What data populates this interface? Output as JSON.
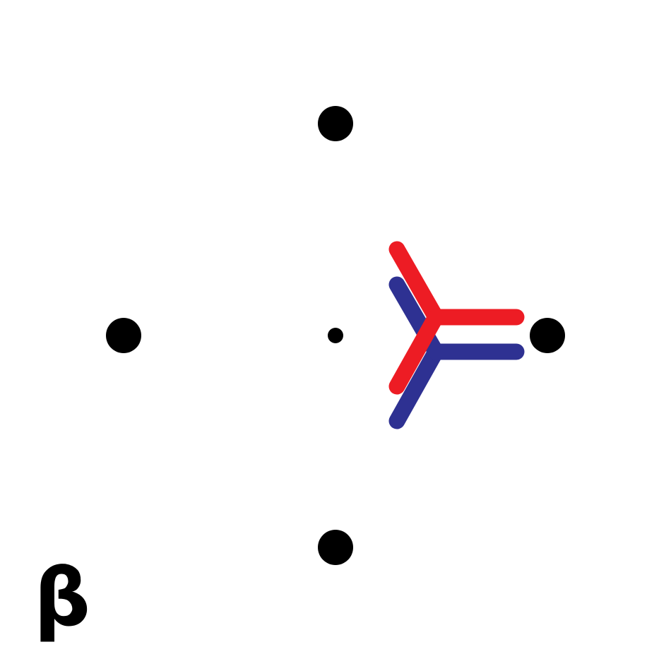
{
  "diagram": {
    "label": "β",
    "colors": {
      "background": "#ffffff",
      "dots": "#000000",
      "red_mark": "#ED1C24",
      "blue_mark": "#2E3192"
    },
    "elements": [
      "top-dot",
      "left-dot",
      "right-dot",
      "bottom-dot",
      "center-dot",
      "blue-three-arm-mark",
      "red-three-arm-mark"
    ]
  }
}
